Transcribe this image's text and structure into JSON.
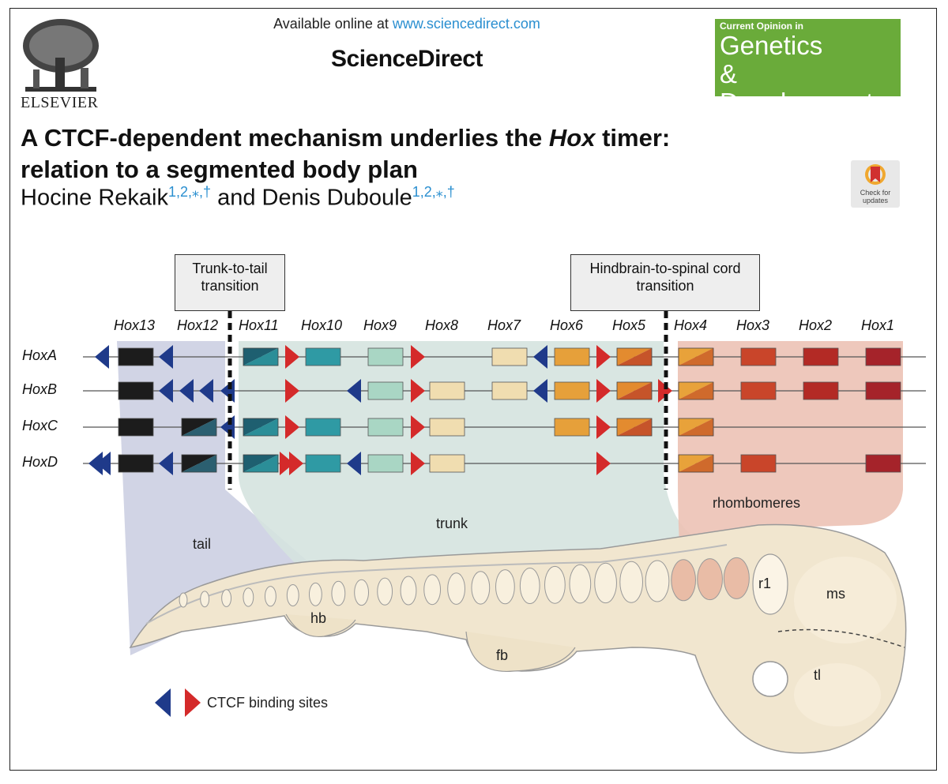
{
  "header": {
    "available_prefix": "Available online at ",
    "available_url": "www.sciencedirect.com",
    "brand": "ScienceDirect",
    "publisher": "ELSEVIER",
    "journal_small": "Current Opinion in",
    "journal_line1": "Genetics",
    "journal_line2": "& Development",
    "check_updates": "Check for updates"
  },
  "article": {
    "title_part1": "A CTCF-dependent mechanism underlies the ",
    "title_italic": "Hox",
    "title_part2": " timer:",
    "title_line2": "relation to a segmented body plan",
    "author1": "Hocine Rekaik",
    "author1_sup": "1,2,⁎,†",
    "author_join": " and ",
    "author2": "Denis Duboule",
    "author2_sup": "1,2,⁎,†"
  },
  "figure": {
    "transition_left": "Trunk-to-tail transition",
    "transition_left_l1": "Trunk-to-tail",
    "transition_left_l2": "transition",
    "transition_right_l1": "Hindbrain-to-spinal cord",
    "transition_right_l2": "transition",
    "paralogs": [
      "Hox13",
      "Hox12",
      "Hox11",
      "Hox10",
      "Hox9",
      "Hox8",
      "Hox7",
      "Hox6",
      "Hox5",
      "Hox4",
      "Hox3",
      "Hox2",
      "Hox1"
    ],
    "clusters": [
      "HoxA",
      "HoxB",
      "HoxC",
      "HoxD"
    ],
    "regions": {
      "tail": "tail",
      "trunk": "trunk",
      "rhombomeres": "rhombomeres"
    },
    "embryo_labels": {
      "hb": "hb",
      "fb": "fb",
      "r1": "r1",
      "ms": "ms",
      "tl": "tl"
    },
    "legend": "CTCF binding sites",
    "colors": {
      "ctcf_blue": "#1f3a8a",
      "ctcf_red": "#d42a2a",
      "tail_region": "#c9cde0",
      "trunk_region": "#d5e3df",
      "rhombo_region": "#ecc2b5"
    }
  }
}
